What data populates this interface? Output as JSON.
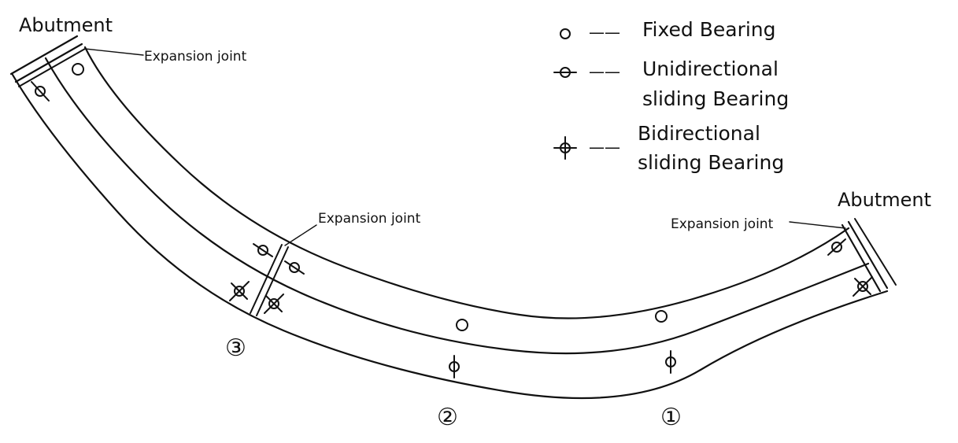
{
  "labels": {
    "abutment_left": "Abutment",
    "abutment_right": "Abutment",
    "expansion_joint_left": "Expansion joint",
    "expansion_joint_middle": "Expansion joint",
    "expansion_joint_right": "Expansion joint"
  },
  "legend": {
    "fixed": {
      "symbol": "fixed-bearing",
      "dash": "——",
      "text": "Fixed Bearing"
    },
    "unidirectional": {
      "symbol": "unidirectional-bearing",
      "dash": "——",
      "line1": "Unidirectional",
      "line2": "sliding Bearing"
    },
    "bidirectional": {
      "symbol": "bidirectional-bearing",
      "dash": "——",
      "line1": "Bidirectional",
      "line2": "sliding Bearing"
    }
  },
  "spans": {
    "span1": "①",
    "span2": "②",
    "span3": "③"
  },
  "colors": {
    "line": "#111111",
    "background": "#ffffff"
  }
}
